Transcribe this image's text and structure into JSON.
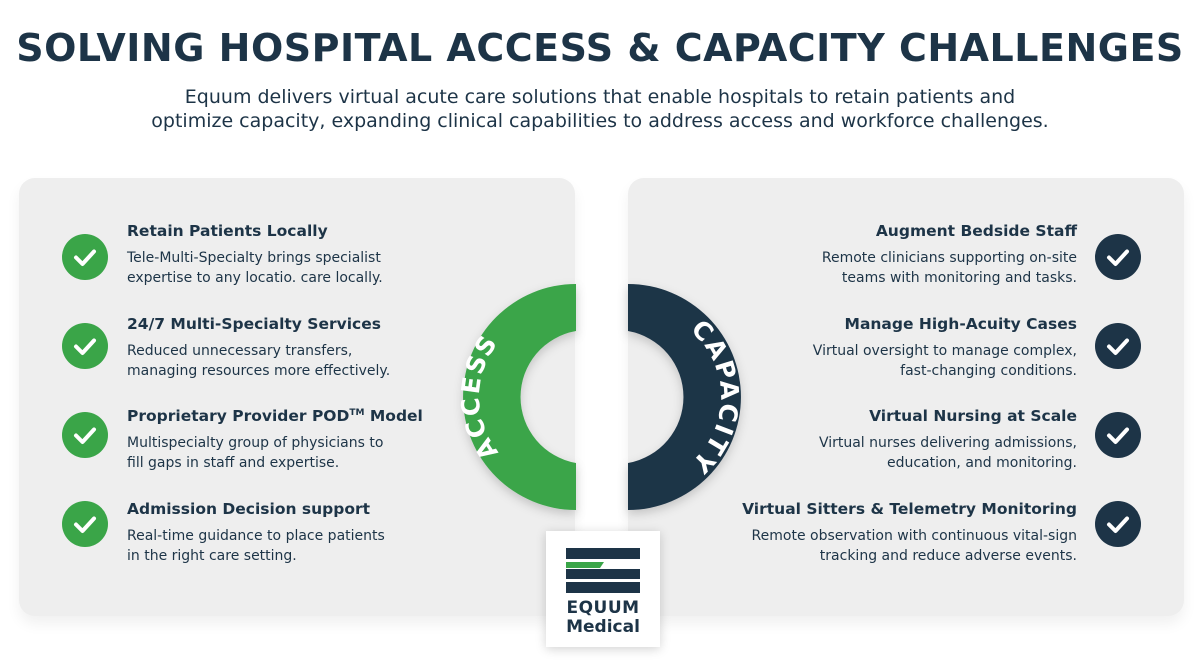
{
  "header": {
    "title": "SOLVING HOSPITAL ACCESS & CAPACITY CHALLENGES",
    "subtitle_line1": "Equum delivers virtual acute care solutions that enable hospitals to retain patients and",
    "subtitle_line2": "optimize capacity, expanding clinical capabilities to address access and workforce challenges."
  },
  "left_panel": {
    "items": [
      {
        "title": "Retain Patients Locally",
        "desc1": "Tele-Multi-Specialty brings specialist",
        "desc2": "expertise to any locatio. care locally."
      },
      {
        "title": "24/7 Multi-Specialty Services",
        "desc1": "Reduced unnecessary transfers,",
        "desc2": "managing resources more effectively."
      },
      {
        "title": "Proprietary Provider POD",
        "title_sup": "TM",
        "title_tail": " Model",
        "desc1": "Multispecialty group of physicians to",
        "desc2": "fill gaps in staff and expertise."
      },
      {
        "title": "Admission Decision support",
        "desc1": "Real-time guidance to place patients",
        "desc2": "in the right care setting."
      }
    ]
  },
  "right_panel": {
    "items": [
      {
        "title": "Augment Bedside Staff",
        "desc1": "Remote clinicians supporting on-site",
        "desc2": "teams with monitoring and tasks."
      },
      {
        "title": "Manage High-Acuity Cases",
        "desc1": "Virtual oversight to manage complex,",
        "desc2": "fast-changing conditions."
      },
      {
        "title": "Virtual Nursing at Scale",
        "desc1": "Virtual nurses delivering admissions,",
        "desc2": "education, and monitoring."
      },
      {
        "title": "Virtual Sitters & Telemetry Monitoring",
        "desc1": "Remote observation with continuous vital-sign",
        "desc2": "tracking and reduce adverse events."
      }
    ]
  },
  "center": {
    "left_label": "ACCESS",
    "right_label": "CAPACITY"
  },
  "logo": {
    "word1": "EQUUM",
    "word2": "Medical"
  },
  "colors": {
    "navy": "#1d3447",
    "green": "#3aa548",
    "panel_bg": "#eeeeee"
  },
  "icons": {
    "check": "check-circle-icon"
  }
}
